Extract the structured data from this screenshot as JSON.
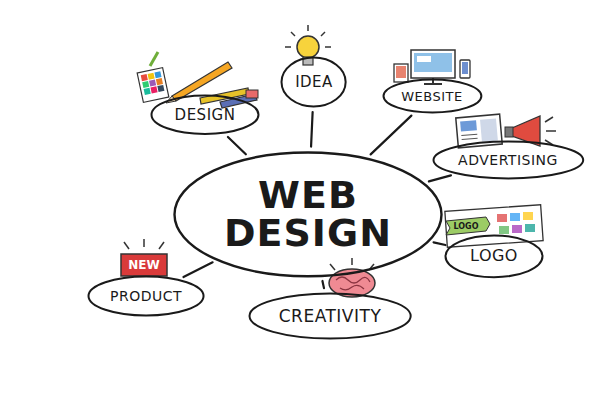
{
  "diagram": {
    "nodes": [
      {
        "text": [
          "DESIGN"
        ]
      },
      {
        "text": [
          "IDEA"
        ]
      },
      {
        "text": [
          "WEBSITE"
        ]
      },
      {
        "text": [
          "ADVERTISING"
        ]
      },
      {
        "text": [
          "WEB DESIGN"
        ]
      },
      {
        "text": [
          "LOGO"
        ]
      },
      {
        "text": [
          "PRODUCT"
        ]
      },
      {
        "text": [
          "CREATIVITY"
        ]
      }
    ],
    "edges": [
      {
        "from": 4,
        "to": 0,
        "arrow": "none"
      },
      {
        "from": 4,
        "to": 1,
        "arrow": "none"
      },
      {
        "from": 4,
        "to": 2,
        "arrow": "none"
      },
      {
        "from": 4,
        "to": 3,
        "arrow": "none"
      },
      {
        "from": 4,
        "to": 5,
        "arrow": "none"
      },
      {
        "from": 4,
        "to": 6,
        "arrow": "none"
      },
      {
        "from": 4,
        "to": 7,
        "arrow": "none"
      }
    ],
    "labels": [
      "NEW",
      "LOGO"
    ]
  }
}
